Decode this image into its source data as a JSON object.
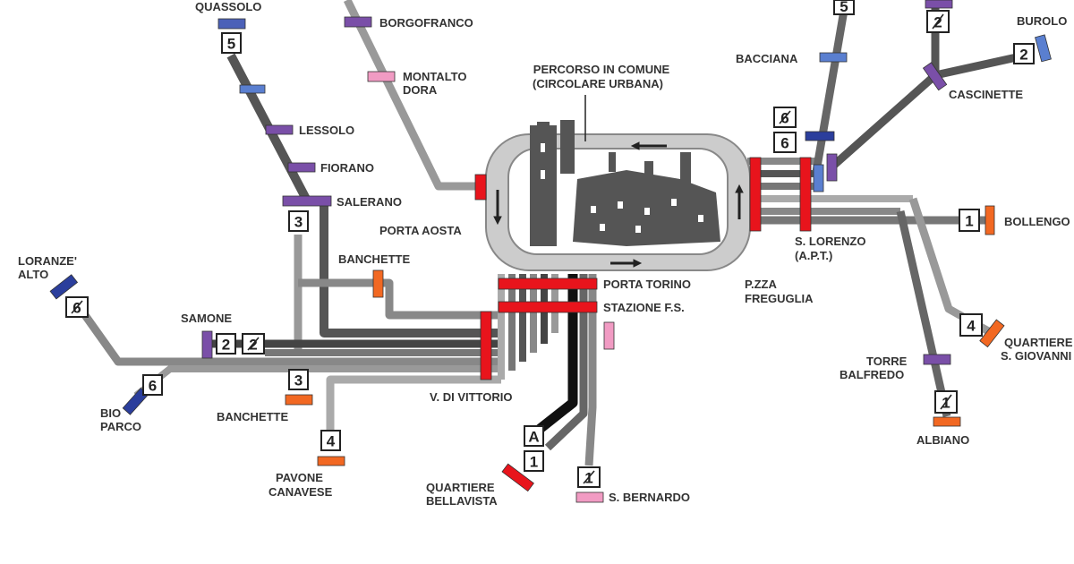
{
  "colors": {
    "dark_route": "#555555",
    "mid_route": "#777777",
    "light_route": "#999999",
    "pale_route": "#aaaaaa",
    "black_route": "#111111",
    "red_stop": "#e8141c",
    "purple_stop": "#7a4fa8",
    "blue_stop": "#5a7fd0",
    "navy_stop": "#2b3e9c",
    "orange_stop": "#f26822",
    "pink_stop": "#f19bc3",
    "city_loop": "#cccccc"
  },
  "center_title": {
    "line1": "PERCORSO IN COMUNE",
    "line2": "(CIRCOLARE URBANA)"
  },
  "stops": {
    "quassolo": "QUASSOLO",
    "borgofranco": "BORGOFRANCO",
    "montalto_dora": {
      "line1": "MONTALTO",
      "line2": "DORA"
    },
    "lessolo": "LESSOLO",
    "fiorano": "FIORANO",
    "salerano": "SALERANO",
    "porta_aosta": "PORTA AOSTA",
    "banchette_top": "BANCHETTE",
    "loranze_alto": {
      "line1": "LORANZE'",
      "line2": "ALTO"
    },
    "samone": "SAMONE",
    "bio_parco": {
      "line1": "BIO",
      "line2": "PARCO"
    },
    "banchette_bottom": "BANCHETTE",
    "pavone_canavese": {
      "line1": "PAVONE",
      "line2": "CANAVESE"
    },
    "porta_torino": "PORTA TORINO",
    "stazione_fs": "STAZIONE F.S.",
    "v_di_vittorio": "V. DI VITTORIO",
    "quartiere_bellavista": {
      "line1": "QUARTIERE",
      "line2": "BELLAVISTA"
    },
    "s_bernardo": "S. BERNARDO",
    "pzza_freguglia": {
      "line1": "P.ZZA",
      "line2": "FREGUGLIA"
    },
    "s_lorenzo": {
      "line1": "S. LORENZO",
      "line2": "(A.P.T.)"
    },
    "bacciana": "BACCIANA",
    "burolo": "BUROLO",
    "cascinette": "CASCINETTE",
    "bollengo": "BOLLENGO",
    "quartiere_s_giovanni": {
      "line1": "QUARTIERE",
      "line2": "S. GIOVANNI"
    },
    "torre_balfredo": {
      "line1": "TORRE",
      "line2": "BALFREDO"
    },
    "albiano": "ALBIANO"
  },
  "line_badges": {
    "quassolo": "5",
    "salerano": "3",
    "loranze": "6",
    "samone_a": "2",
    "samone_b": "2",
    "bio_parco": "6",
    "banchette_bottom": "3",
    "pavone": "4",
    "bellavista_a": "A",
    "bellavista_1": "1",
    "s_bernardo": "1",
    "bacciana": "5",
    "burolo_top": "2",
    "burolo": "2",
    "s_lorenzo_a": "6",
    "s_lorenzo_b": "6",
    "bollengo": "1",
    "s_giovanni": "4",
    "albiano": "1"
  }
}
